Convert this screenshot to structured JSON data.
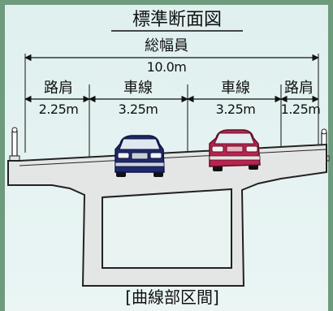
{
  "diagram": {
    "title": "標準断面図",
    "total_width": {
      "label": "総幅員",
      "value": "10.0m"
    },
    "sections": [
      {
        "label": "路肩",
        "width": "2.25m"
      },
      {
        "label": "車線",
        "width": "3.25m"
      },
      {
        "label": "車線",
        "width": "3.25m"
      },
      {
        "label": "路肩",
        "width": "1.25m"
      }
    ],
    "caption": "[曲線部区間]",
    "colors": {
      "background": "#e8f3f2",
      "concrete": "#e4e6e6",
      "outline": "#222222",
      "car_left_body": "#1f2a6b",
      "car_right_body": "#b8244e",
      "border_green": "#6d9b7c"
    },
    "icons": [
      "dimension-arrow",
      "car-front-blue",
      "car-front-red",
      "guard-post"
    ]
  }
}
